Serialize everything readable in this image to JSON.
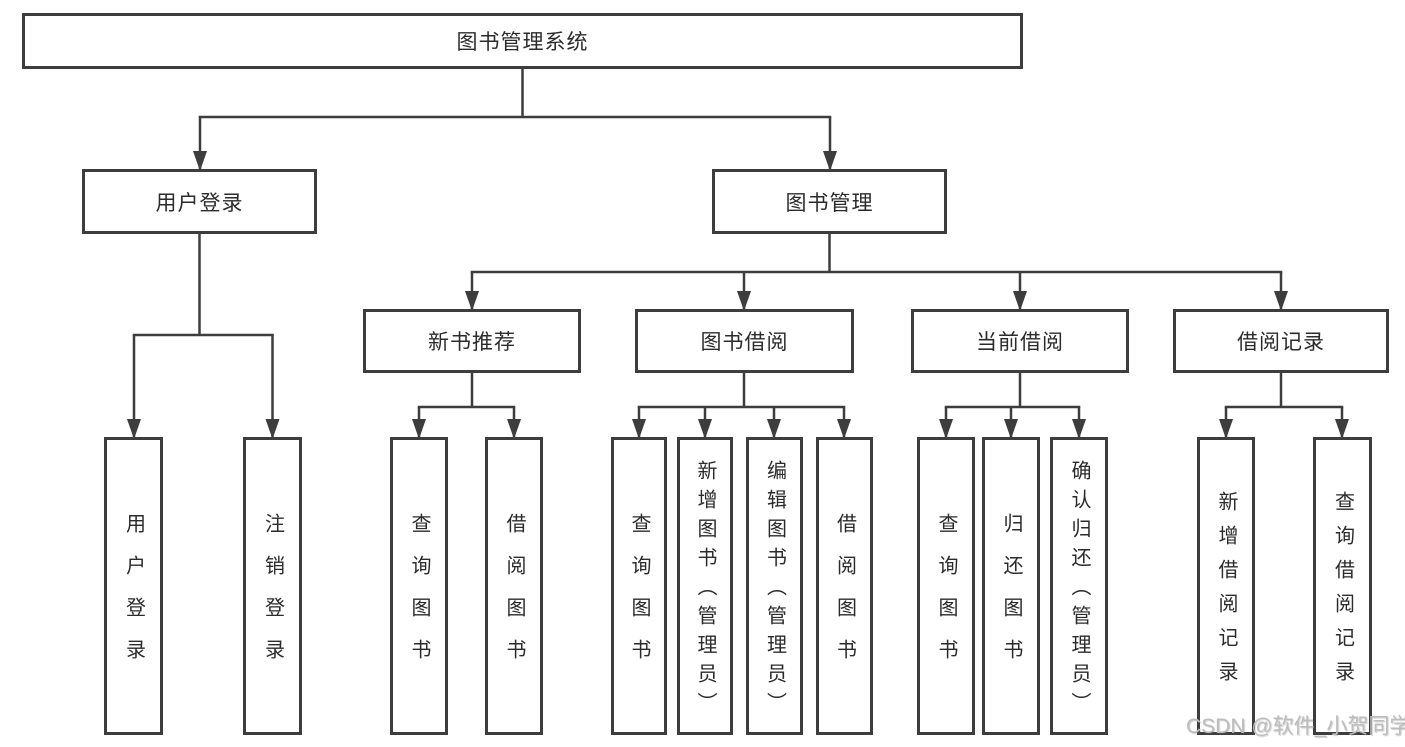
{
  "diagram": {
    "title": "图书管理系统",
    "root": {
      "label": "图书管理系统"
    },
    "branches": [
      {
        "label": "用户登录",
        "children": [
          {
            "label": "用户登录"
          },
          {
            "label": "注销登录"
          }
        ]
      },
      {
        "label": "图书管理",
        "groups": [
          {
            "label": "新书推荐",
            "children": [
              {
                "label": "查询图书"
              },
              {
                "label": "借阅图书"
              }
            ]
          },
          {
            "label": "图书借阅",
            "children": [
              {
                "label": "查询图书"
              },
              {
                "label": "新增图书（管理员）"
              },
              {
                "label": "编辑图书（管理员）"
              },
              {
                "label": "借阅图书"
              }
            ]
          },
          {
            "label": "当前借阅",
            "children": [
              {
                "label": "查询图书"
              },
              {
                "label": "归还图书"
              },
              {
                "label": "确认归还（管理员）"
              }
            ]
          },
          {
            "label": "借阅记录",
            "children": [
              {
                "label": "新增借阅记录"
              },
              {
                "label": "查询借阅记录"
              }
            ]
          }
        ]
      }
    ]
  },
  "watermark": {
    "text": "CSDN @软件_小贺同学"
  },
  "colors": {
    "line": "#3d3d3d",
    "text": "#2b2b2b",
    "box_background": "#ffffff",
    "watermark": "#bdbdbd"
  }
}
